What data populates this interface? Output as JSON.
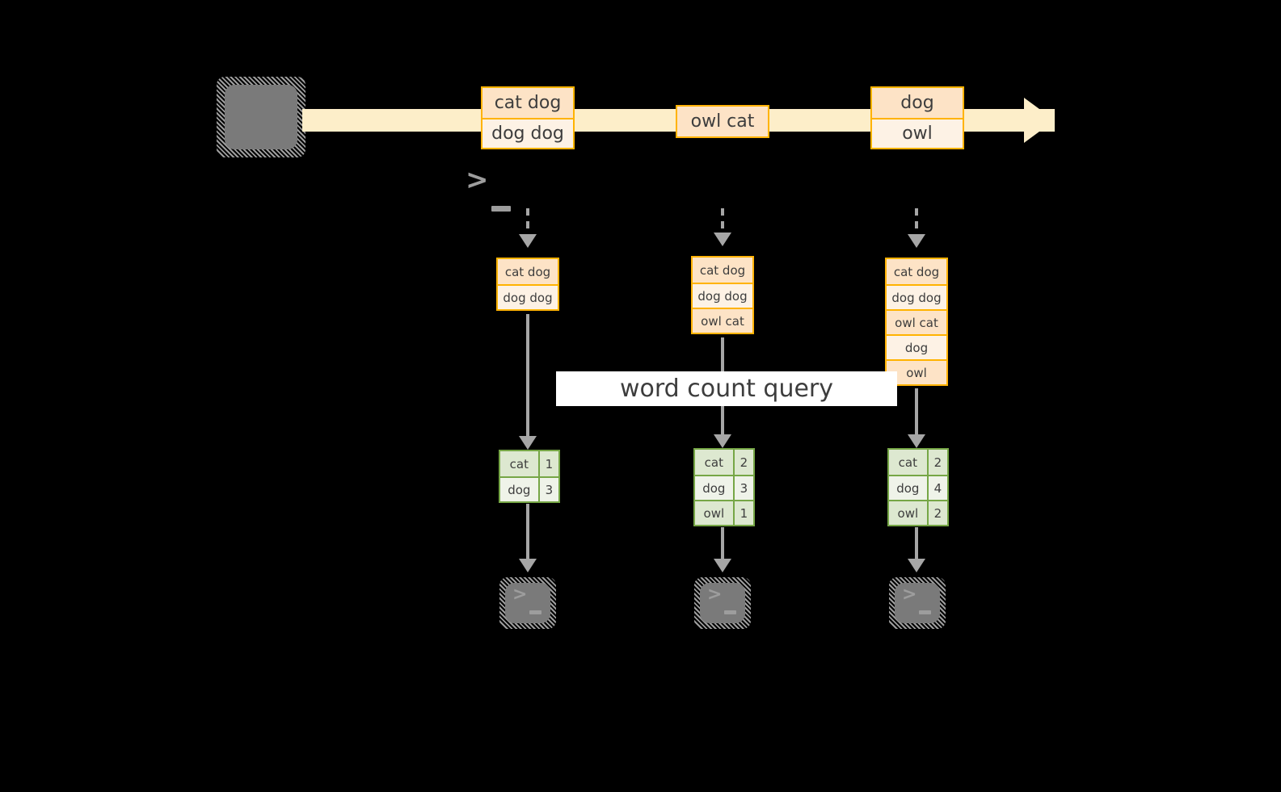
{
  "diagram": {
    "title_label": "word count query",
    "colors": {
      "background": "#000000",
      "stream_band": "#fdeec9",
      "message_border": "#ffb300",
      "message_fill_dark": "#fde3c6",
      "message_fill_light": "#fdf2e5",
      "table_border": "#76a646",
      "table_fill_dark": "#dde8d0",
      "table_fill_light": "#eff3e9",
      "arrow_gray": "#a6a6a6",
      "terminal_fill": "#7a7a7a",
      "label_background": "#ffffff",
      "text": "#3d3d3d"
    },
    "source": {
      "icon": "terminal-icon",
      "glyph": ">_"
    },
    "stream": {
      "arrow_direction": "right",
      "messages": [
        {
          "id": "m1",
          "rows": [
            "cat dog",
            "dog dog"
          ]
        },
        {
          "id": "m2",
          "rows": [
            "owl cat"
          ]
        },
        {
          "id": "m3",
          "rows": [
            "dog",
            "owl"
          ]
        }
      ]
    },
    "snapshots": [
      {
        "id": "snap1",
        "stack_rows": [
          "cat dog",
          "dog dog"
        ],
        "result": {
          "rows": [
            {
              "word": "cat",
              "count": "1"
            },
            {
              "word": "dog",
              "count": "3"
            }
          ]
        },
        "sink": {
          "icon": "terminal-icon",
          "glyph": ">_"
        }
      },
      {
        "id": "snap2",
        "stack_rows": [
          "cat dog",
          "dog dog",
          "owl cat"
        ],
        "result": {
          "rows": [
            {
              "word": "cat",
              "count": "2"
            },
            {
              "word": "dog",
              "count": "3"
            },
            {
              "word": "owl",
              "count": "1"
            }
          ]
        },
        "sink": {
          "icon": "terminal-icon",
          "glyph": ">_"
        }
      },
      {
        "id": "snap3",
        "stack_rows": [
          "cat dog",
          "dog dog",
          "owl cat",
          "dog",
          "owl"
        ],
        "result": {
          "rows": [
            {
              "word": "cat",
              "count": "2"
            },
            {
              "word": "dog",
              "count": "4"
            },
            {
              "word": "owl",
              "count": "2"
            }
          ]
        },
        "sink": {
          "icon": "terminal-icon",
          "glyph": ">_"
        }
      }
    ]
  }
}
